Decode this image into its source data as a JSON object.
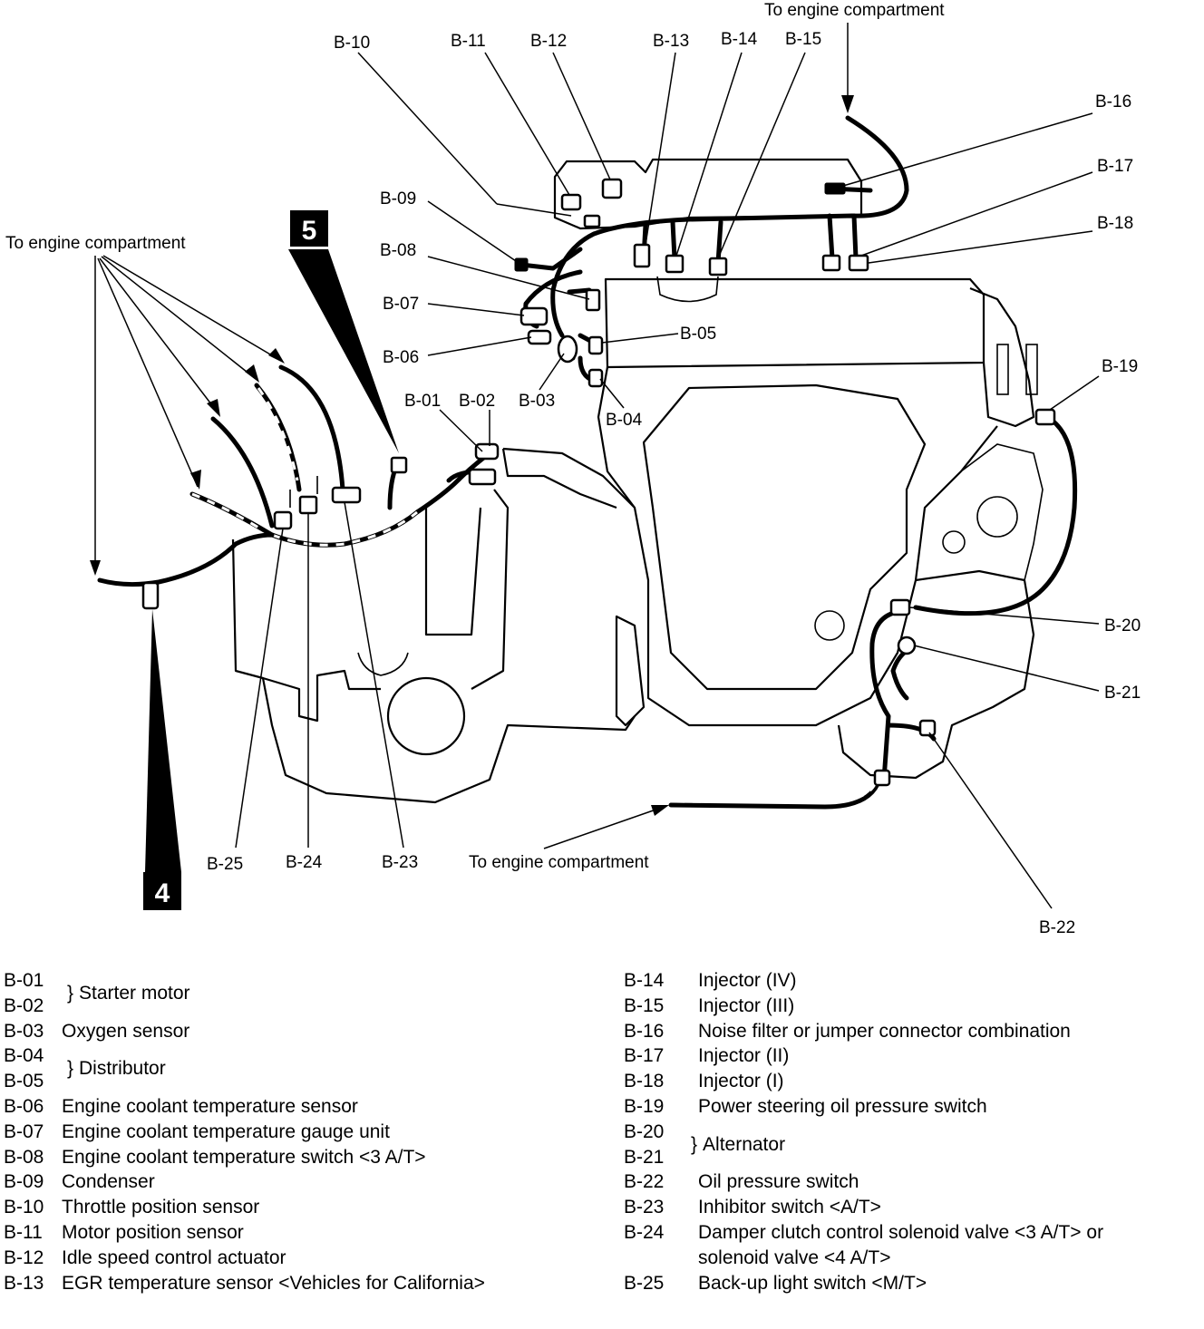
{
  "diagram": {
    "notes": {
      "top": "To engine compartment",
      "left": "To engine compartment",
      "bottom": "To engine compartment"
    },
    "badges": [
      "5",
      "4"
    ],
    "callouts": {
      "b01": "B-01",
      "b02": "B-02",
      "b03": "B-03",
      "b04": "B-04",
      "b05": "B-05",
      "b06": "B-06",
      "b07": "B-07",
      "b08": "B-08",
      "b09": "B-09",
      "b10": "B-10",
      "b11": "B-11",
      "b12": "B-12",
      "b13": "B-13",
      "b14": "B-14",
      "b15": "B-15",
      "b16": "B-16",
      "b17": "B-17",
      "b18": "B-18",
      "b19": "B-19",
      "b20": "B-20",
      "b21": "B-21",
      "b22": "B-22",
      "b23": "B-23",
      "b24": "B-24",
      "b25": "B-25"
    }
  },
  "legend": {
    "left": [
      {
        "codes": [
          "B-01",
          "B-02"
        ],
        "desc": "Starter motor"
      },
      {
        "code": "B-03",
        "desc": "Oxygen sensor"
      },
      {
        "codes": [
          "B-04",
          "B-05"
        ],
        "desc": "Distributor"
      },
      {
        "code": "B-06",
        "desc": "Engine coolant temperature sensor"
      },
      {
        "code": "B-07",
        "desc": "Engine coolant temperature gauge unit"
      },
      {
        "code": "B-08",
        "desc": "Engine coolant temperature switch <3 A/T>"
      },
      {
        "code": "B-09",
        "desc": "Condenser"
      },
      {
        "code": "B-10",
        "desc": "Throttle position sensor"
      },
      {
        "code": "B-11",
        "desc": "Motor position sensor"
      },
      {
        "code": "B-12",
        "desc": "Idle speed control actuator"
      },
      {
        "code": "B-13",
        "desc": "EGR temperature sensor <Vehicles for California>"
      }
    ],
    "right": [
      {
        "code": "B-14",
        "desc": "Injector (IV)"
      },
      {
        "code": "B-15",
        "desc": "Injector (III)"
      },
      {
        "code": "B-16",
        "desc": "Noise filter or jumper connector combination"
      },
      {
        "code": "B-17",
        "desc": "Injector (II)"
      },
      {
        "code": "B-18",
        "desc": "Injector (I)"
      },
      {
        "code": "B-19",
        "desc": "Power steering oil pressure switch"
      },
      {
        "codes": [
          "B-20",
          "B-21"
        ],
        "desc": "Alternator"
      },
      {
        "code": "B-22",
        "desc": "Oil pressure switch"
      },
      {
        "code": "B-23",
        "desc": "Inhibitor switch <A/T>"
      },
      {
        "code": "B-24",
        "desc": "Damper clutch control solenoid valve <3 A/T> or",
        "cont": "solenoid valve <4 A/T>"
      },
      {
        "code": "B-25",
        "desc": "Back-up light switch <M/T>"
      }
    ]
  }
}
